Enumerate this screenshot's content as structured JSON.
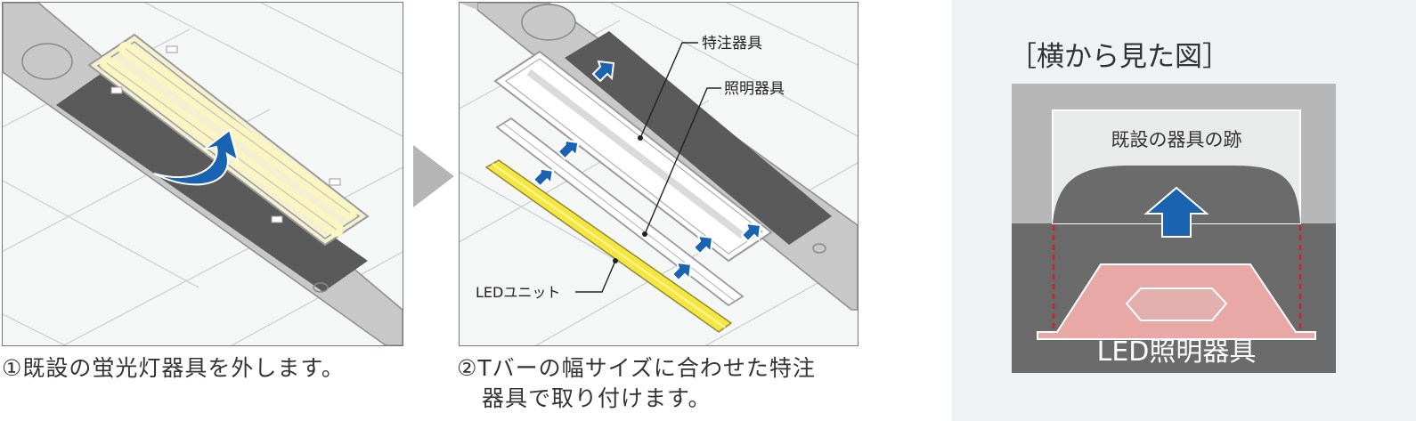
{
  "step1": {
    "caption": "①既設の蛍光灯器具を外します。"
  },
  "step2": {
    "caption_line1": "②Tバーの幅サイズに合わせた特注",
    "caption_line2": "器具で取り付けます。",
    "labels": {
      "custom_fixture": "特注器具",
      "lighting_fixture": "照明器具",
      "led_unit": "LEDユニット"
    }
  },
  "side_view": {
    "title": "［横から見た図］",
    "old_fixture_trace": "既設の器具の跡",
    "led_fixture": "LED照明器具"
  },
  "colors": {
    "ceiling_board": "#f5f7f6",
    "tbar": "#c8c8c8",
    "opening": "#5a5a5a",
    "arrow_blue": "#1a63b0",
    "led_yellow": "#f5e640",
    "side_dark": "#6b6b6b",
    "side_light": "#b7b7b7",
    "fixture_pink": "#e8a8a6",
    "dashed_red": "#d0202a"
  }
}
